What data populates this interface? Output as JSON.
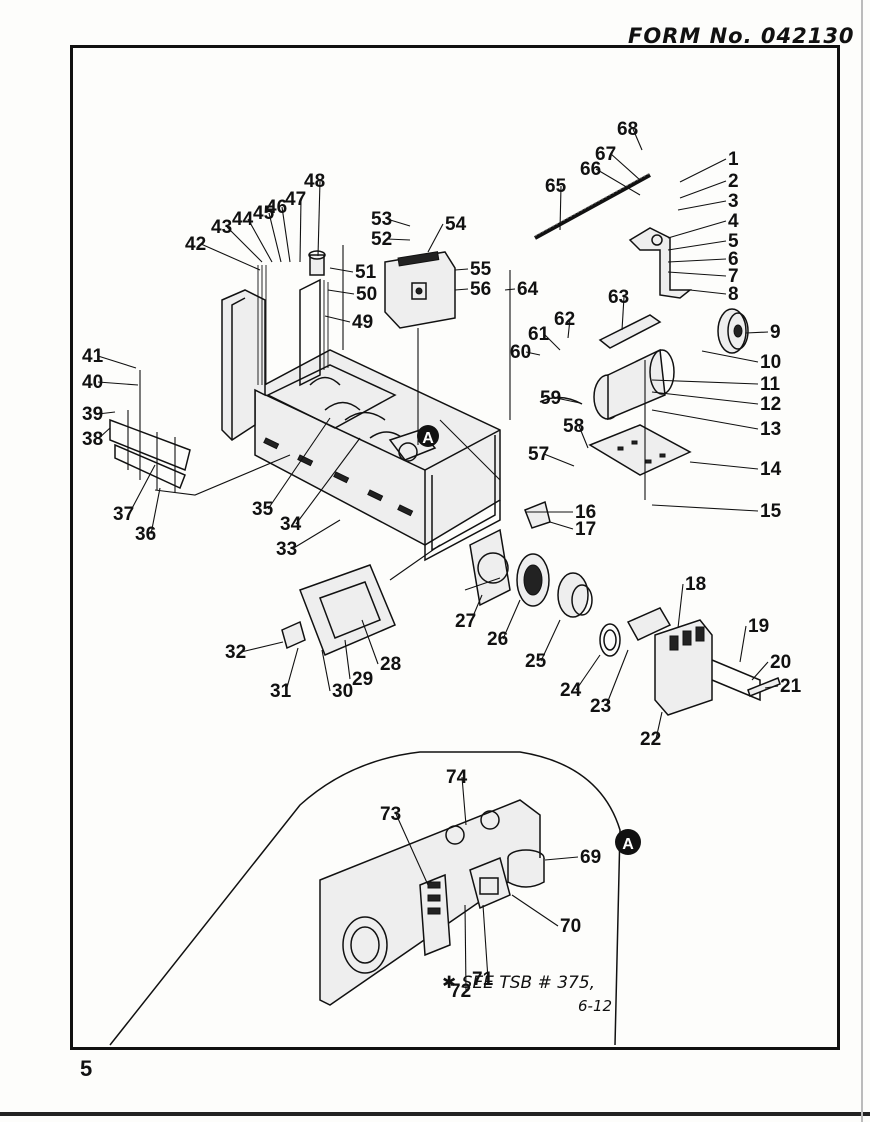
{
  "header": {
    "form_number": "FORM No. 042130"
  },
  "footer": {
    "page_number": "5"
  },
  "note": {
    "line1": "✱ SEE TSB # 375,",
    "line2": "6-12"
  },
  "detail_marker": "A",
  "callouts": [
    "1",
    "2",
    "3",
    "4",
    "5",
    "6",
    "7",
    "8",
    "9",
    "10",
    "11",
    "12",
    "13",
    "14",
    "15",
    "16",
    "17",
    "18",
    "19",
    "20",
    "21",
    "22",
    "23",
    "24",
    "25",
    "26",
    "27",
    "28",
    "29",
    "30",
    "31",
    "32",
    "33",
    "34",
    "35",
    "36",
    "37",
    "38",
    "39",
    "40",
    "41",
    "42",
    "43",
    "44",
    "45",
    "46",
    "47",
    "48",
    "49",
    "50",
    "51",
    "52",
    "53",
    "54",
    "55",
    "56",
    "57",
    "58",
    "59",
    "60",
    "61",
    "62",
    "63",
    "64",
    "65",
    "66",
    "67",
    "68",
    "69",
    "70",
    "71",
    "72",
    "73",
    "74"
  ]
}
